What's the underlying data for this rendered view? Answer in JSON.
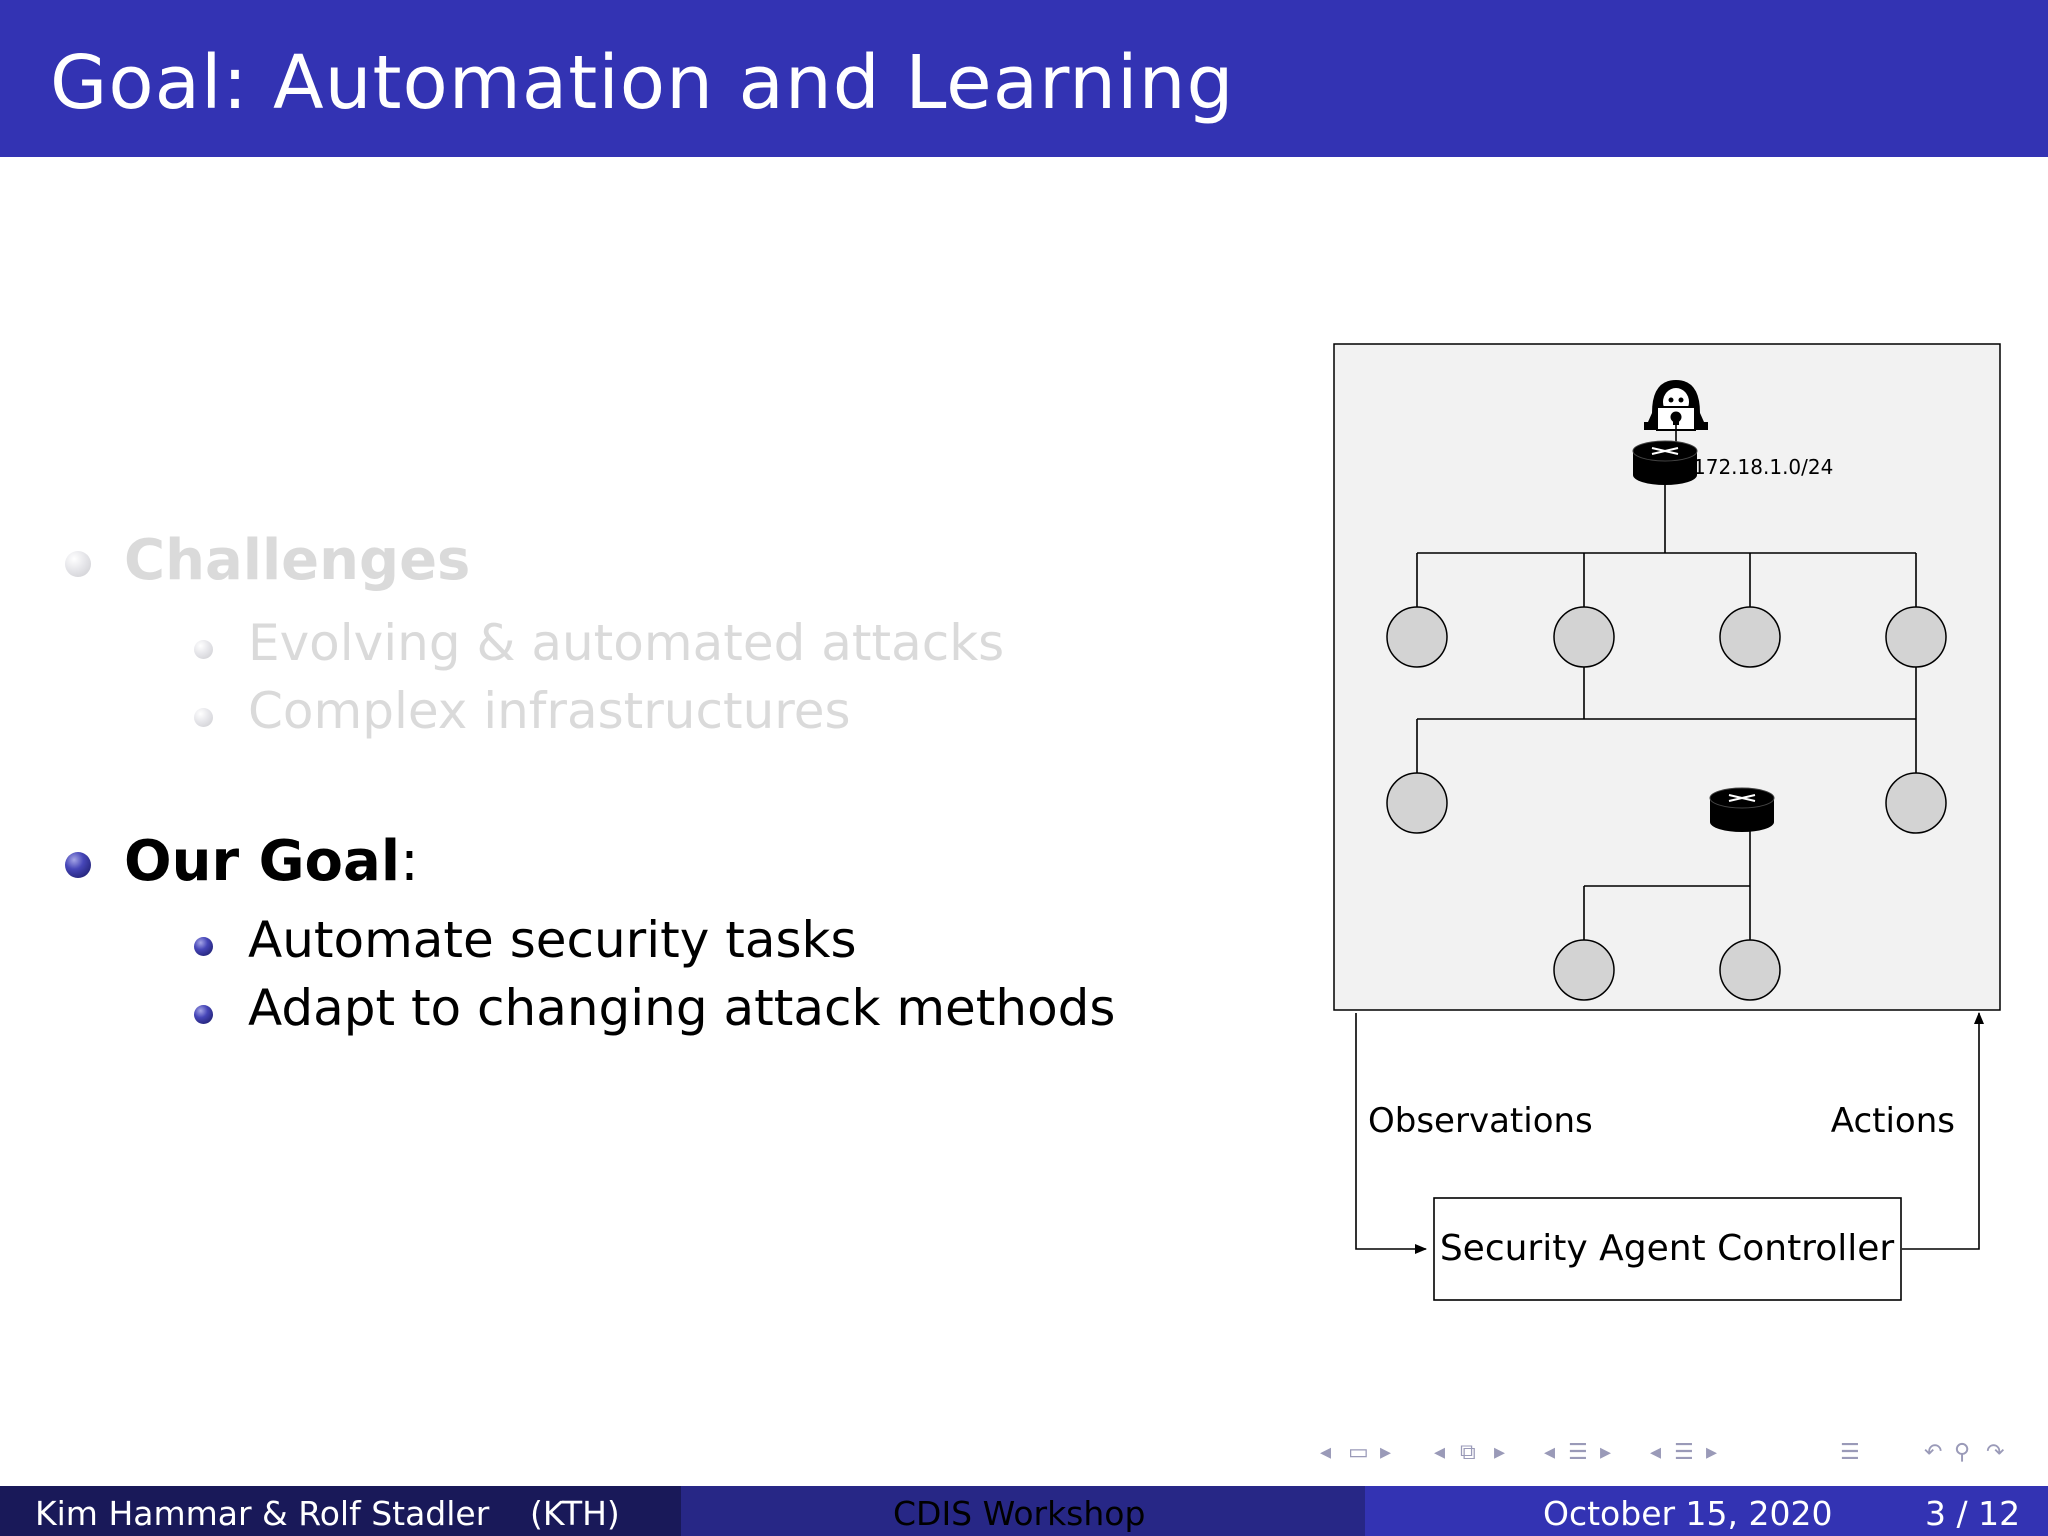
{
  "title": "Goal: Automation and Learning",
  "challenges": {
    "heading": "Challenges",
    "items": [
      "Evolving & automated attacks",
      "Complex infrastructures"
    ]
  },
  "goal": {
    "heading": "Our Goal",
    "suffix": ":",
    "items": [
      "Automate security tasks",
      "Adapt to changing attack methods"
    ]
  },
  "diagram": {
    "subnet_label": "172.18.1.0/24",
    "observations_label": "Observations",
    "actions_label": "Actions",
    "controller_label": "Security Agent Controller"
  },
  "footer": {
    "authors": "Kim Hammar & Rolf Stadler",
    "affiliation": "(KTH)",
    "event": "CDIS Workshop",
    "date": "October 15, 2020",
    "page": "3 / 12"
  },
  "colors": {
    "title_bar": "#3333b3",
    "footer_left": "#191959",
    "footer_mid": "#272786",
    "footer_right": "#3333b3",
    "faded_text": "#dadada"
  }
}
